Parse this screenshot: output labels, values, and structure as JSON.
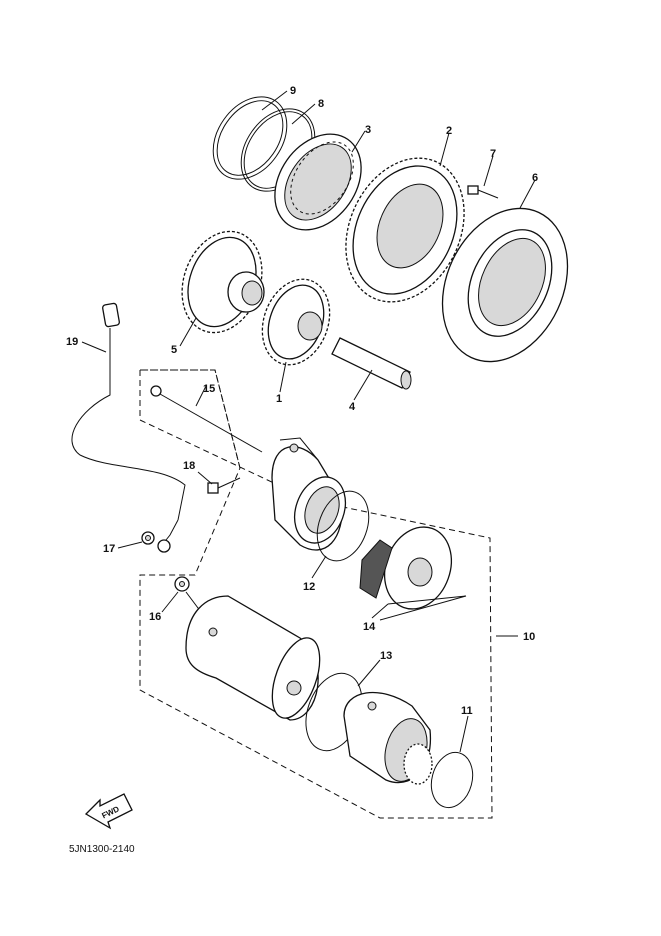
{
  "diagram": {
    "code": "5JN1300-2140",
    "fwd_label": "FWD",
    "callouts": {
      "p1": "1",
      "p2": "2",
      "p3": "3",
      "p4": "4",
      "p5": "5",
      "p6": "6",
      "p7": "7",
      "p8": "8",
      "p9": "9",
      "p10": "10",
      "p11": "11",
      "p12": "12",
      "p13": "13",
      "p14": "14",
      "p15": "15",
      "p16": "16",
      "p17": "17",
      "p18": "18",
      "p19": "19"
    }
  }
}
